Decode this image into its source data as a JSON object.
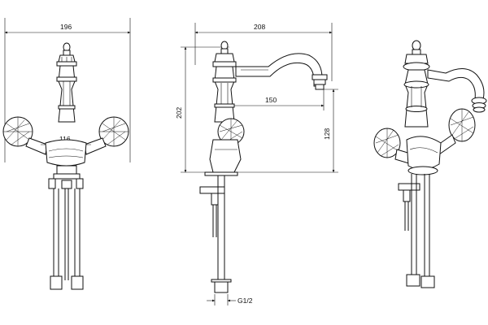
{
  "dimensions": {
    "front_width": "196",
    "side_width": "208",
    "height": "202",
    "spout_reach": "150",
    "spout_height": "128",
    "handle_spacing": "116",
    "connection_thread": "G1/2"
  }
}
